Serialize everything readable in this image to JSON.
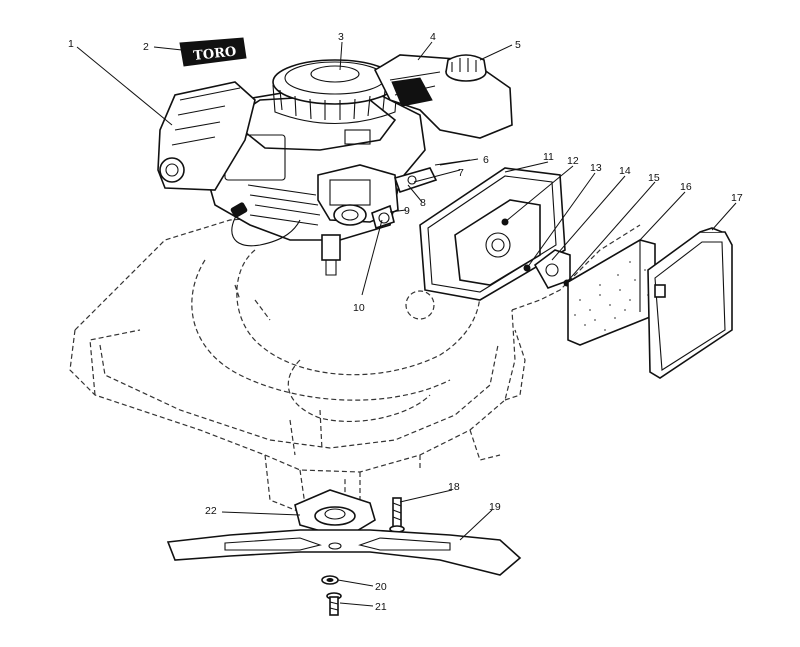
{
  "diagram": {
    "brand_logo": "TORO",
    "callouts": [
      "1",
      "2",
      "3",
      "4",
      "5",
      "6",
      "7",
      "8",
      "9",
      "10",
      "11",
      "12",
      "13",
      "14",
      "15",
      "16",
      "17",
      "18",
      "19",
      "20",
      "21",
      "22"
    ]
  }
}
